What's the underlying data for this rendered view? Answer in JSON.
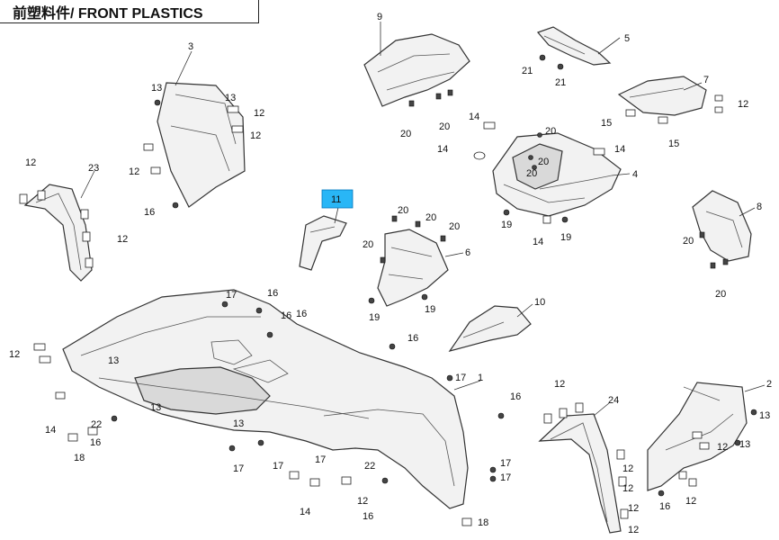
{
  "title": "前塑料件/ FRONT PLASTICS",
  "highlight_color": "#29b6f6",
  "highlighted_part": "11",
  "callouts": {
    "c1": "1",
    "c2": "2",
    "c3": "3",
    "c4": "4",
    "c5": "5",
    "c6": "6",
    "c7": "7",
    "c8": "8",
    "c9": "9",
    "c10": "10",
    "c11": "11",
    "c12": "12",
    "c13": "13",
    "c14": "14",
    "c15": "15",
    "c16": "16",
    "c17": "17",
    "c18": "18",
    "c19": "19",
    "c20": "20",
    "c21": "21",
    "c22": "22",
    "c23": "23",
    "c24": "24"
  }
}
